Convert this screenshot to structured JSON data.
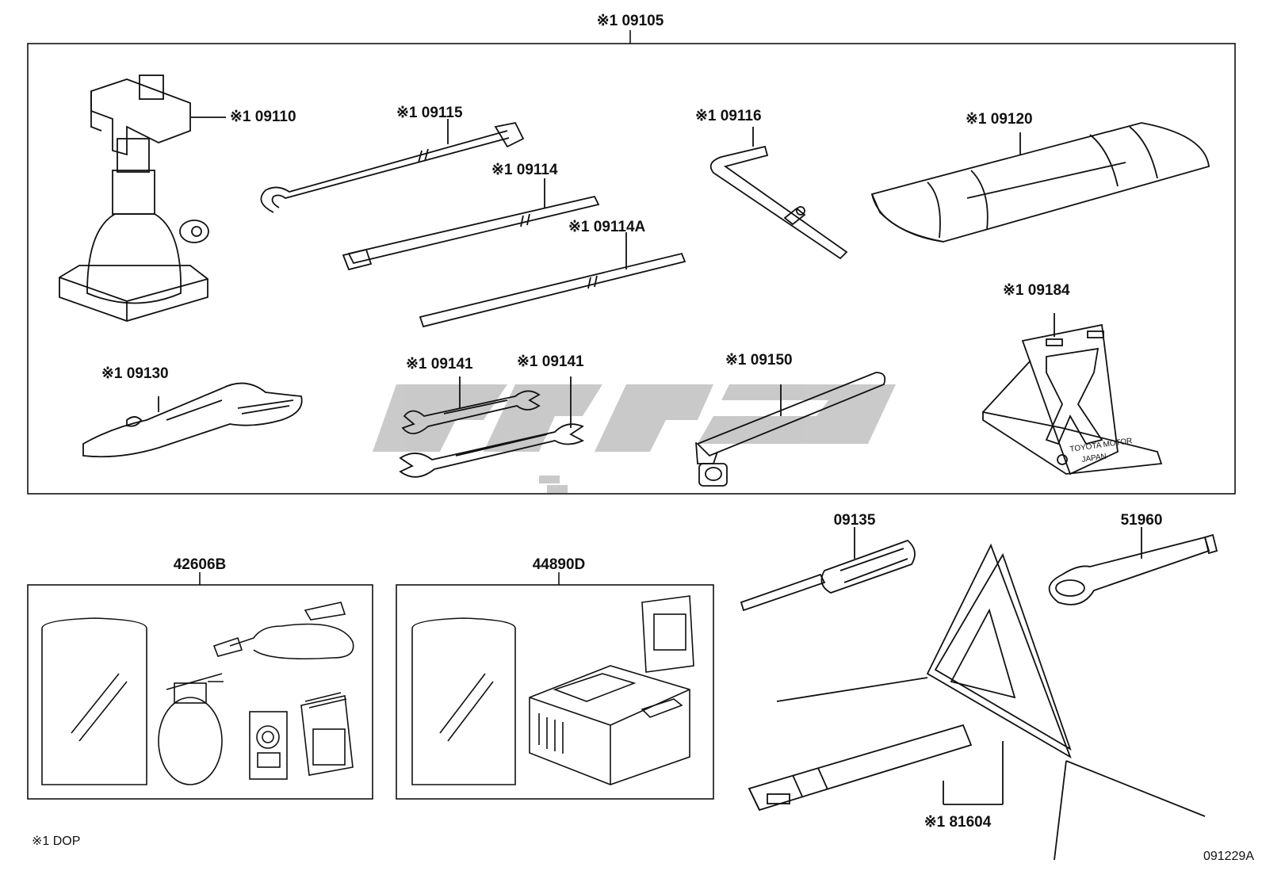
{
  "labels": {
    "set_main": "※1 09105",
    "jack": "※1 09110",
    "bar_hook": "※1 09115",
    "bar_ext": "※1 09114",
    "bar_ext_a": "※1 09114A",
    "jack_handle": "※1 09116",
    "tool_bag": "※1 09120",
    "triangle_stand": "※1 09184",
    "pliers": "※1 09130",
    "wrench_1": "※1 09141",
    "wrench_2": "※1 09141",
    "wheel_wrench": "※1 09150",
    "repair_kit_a": "42606B",
    "repair_kit_b": "44890D",
    "screwdriver": "09135",
    "tow_hook": "51960",
    "warning_triangle": "※1 81604"
  },
  "stand_text": {
    "line1": "TOYOTA MOTOR",
    "line2": "JAPAN"
  },
  "footnote": "※1  DOP",
  "diagram_code": "091229A",
  "colors": {
    "line": "#111111",
    "watermark": "#c4c4c4"
  }
}
